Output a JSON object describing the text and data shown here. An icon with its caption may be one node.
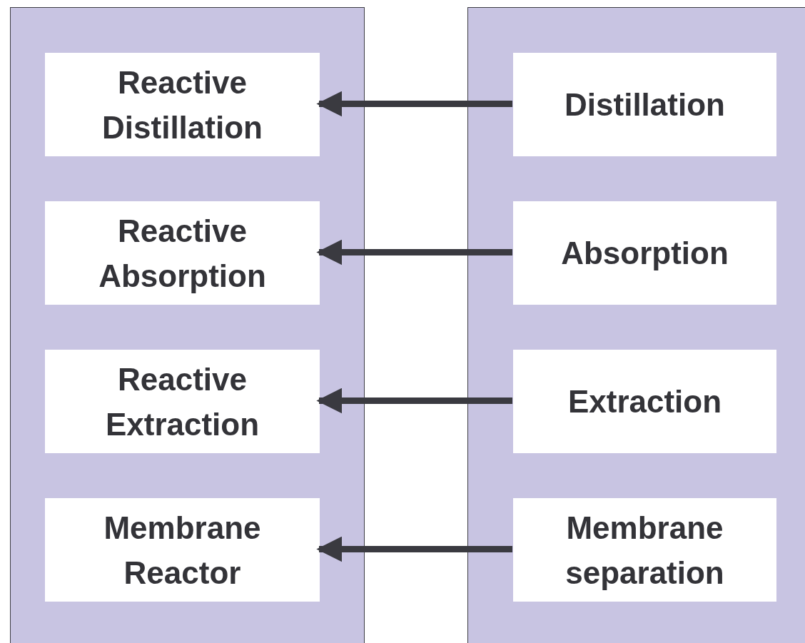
{
  "diagram": {
    "nodes": [
      {
        "text": [],
        "shape": "box"
      },
      {
        "text": [
          "Reactive Distillation"
        ],
        "in": 0
      },
      {
        "text": [
          "Reactive Absorption"
        ],
        "in": 0
      },
      {
        "text": [
          "Reactive Extraction"
        ],
        "in": 0
      },
      {
        "text": [
          "Membrane Reactor"
        ],
        "in": 0
      },
      {
        "text": [],
        "shape": "box"
      },
      {
        "text": [
          "Distillation"
        ],
        "in": 5
      },
      {
        "text": [
          "Absorption"
        ],
        "in": 5
      },
      {
        "text": [
          "Extraction"
        ],
        "in": 5
      },
      {
        "text": [
          "Membrane separation"
        ],
        "in": 5
      }
    ],
    "edges": [
      {
        "from": 6,
        "to": 1,
        "arrow": "to"
      },
      {
        "from": 7,
        "to": 2,
        "arrow": "to"
      },
      {
        "from": 8,
        "to": 3,
        "arrow": "to"
      },
      {
        "from": 9,
        "to": 4,
        "arrow": "to"
      }
    ]
  }
}
